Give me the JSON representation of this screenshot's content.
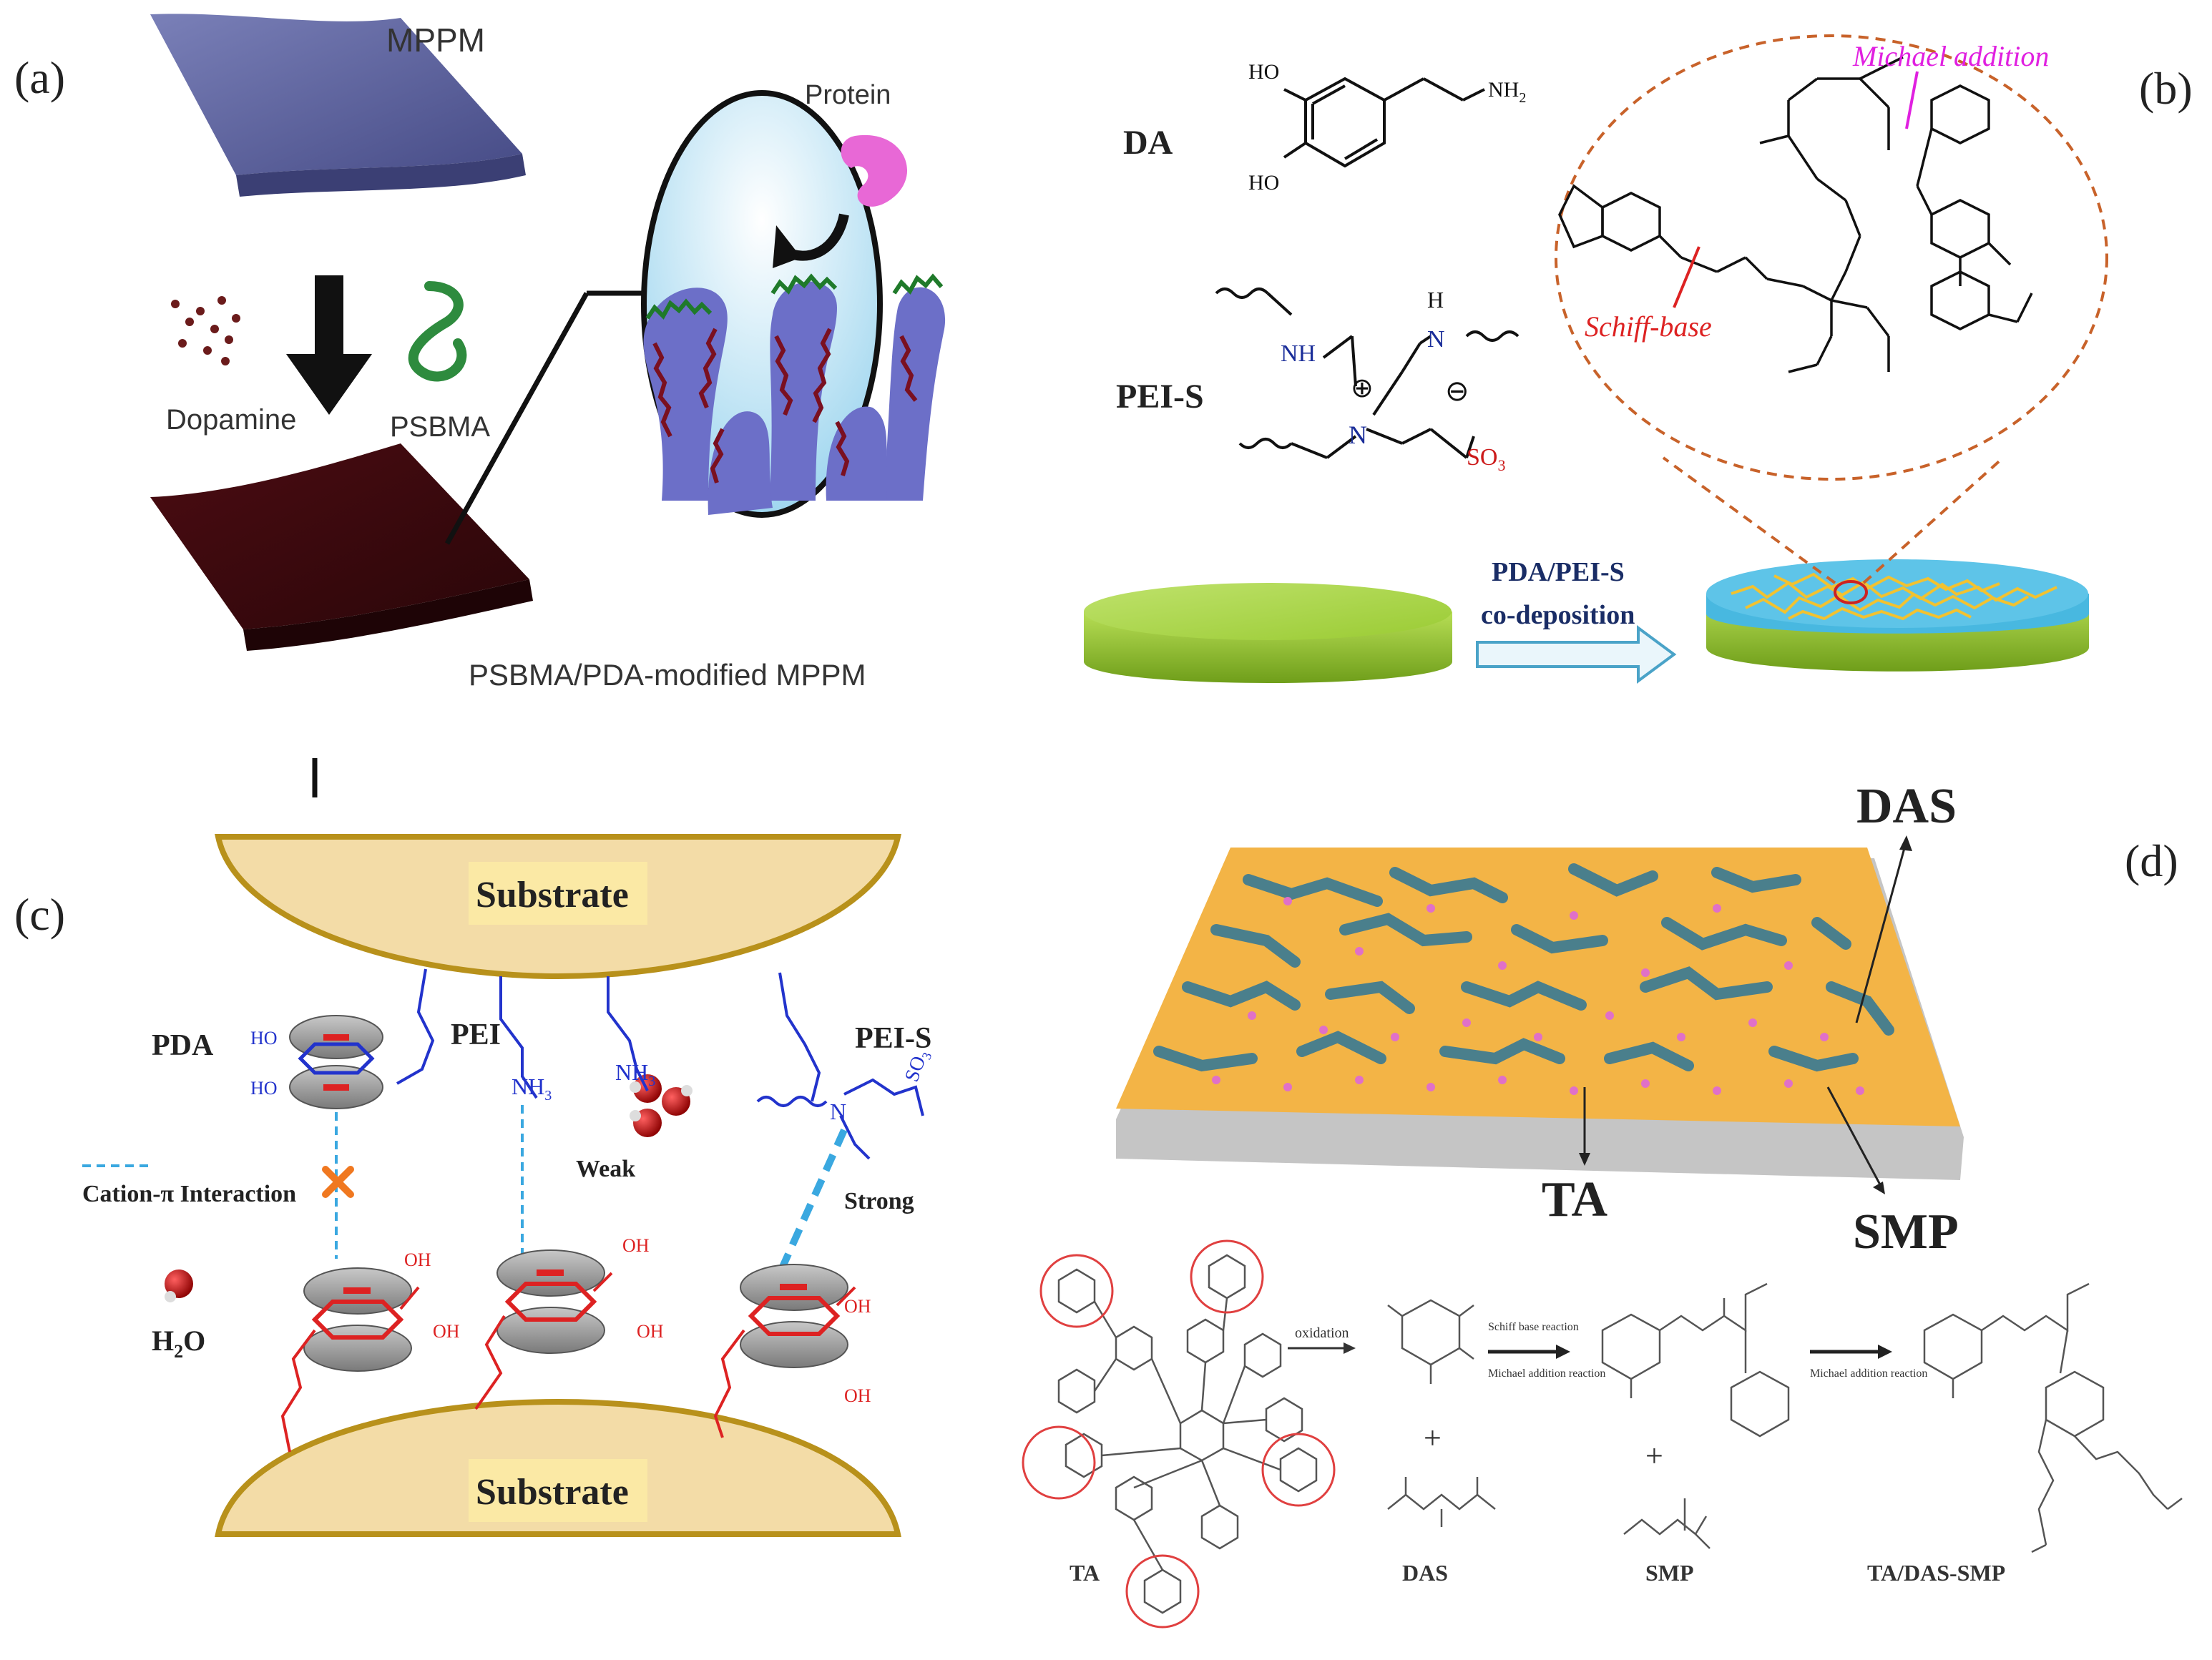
{
  "panels": {
    "a": {
      "label": "(a)",
      "membrane_top": "MPPM",
      "dopamine": "Dopamine",
      "psbma": "PSBMA",
      "membrane_bottom": "PSBMA/PDA-modified MPPM",
      "protein": "Protein"
    },
    "b": {
      "label": "(b)",
      "da": "DA",
      "pei_s": "PEI-S",
      "ho1": "HO",
      "ho2": "HO",
      "nh2": "NH",
      "nh2_sub": "2",
      "nh": "NH",
      "h": "H",
      "n": "N",
      "plus": "⊕",
      "minus": "⊖",
      "so3": "SO",
      "so3_sub": "3",
      "codeposition_line1": "PDA/PEI-S",
      "codeposition_line2": "co-deposition",
      "michael": "Michael addition",
      "schiff": "Schiff-base"
    },
    "c": {
      "label": "(c)",
      "substrate_top": "Substrate",
      "substrate_bottom": "Substrate",
      "pda": "PDA",
      "pei": "PEI",
      "pei_s": "PEI-S",
      "cation_pi": "Cation-π Interaction",
      "weak": "Weak",
      "strong": "Strong",
      "h2o": "H",
      "h2o_sub": "2",
      "h2o_end": "O",
      "ho_a": "HO",
      "ho_b": "HO",
      "nh3": "NH",
      "nh3_sub": "3",
      "nh3b": "NH",
      "nh3b_sub": "3",
      "n_plus": "N",
      "so3": "SO",
      "so3_sub": "3",
      "oh1": "OH",
      "oh2": "OH",
      "oh3": "OH",
      "oh4": "OH",
      "oh5": "OH",
      "oh6": "OH"
    },
    "d": {
      "label": "(d)",
      "das": "DAS",
      "ta": "TA",
      "smp": "SMP",
      "scheme_ta": "TA",
      "scheme_das": "DAS",
      "scheme_smp": "SMP",
      "scheme_product": "TA/DAS-SMP",
      "oxidation": "oxidation",
      "schiff_reaction": "Schiff base reaction",
      "michael_reaction": "Michael addition reaction",
      "michael_reaction2": "Michael addition reaction",
      "plus1": "+",
      "plus2": "+"
    }
  },
  "colors": {
    "membrane_top": "#5a5f9c",
    "membrane_bottom": "#3a0a0e",
    "psbma": "#2e8b3e",
    "protein": "#e868d6",
    "substrate": "#f3dca7",
    "substrate_edge": "#b8911b",
    "disc_green": "#9ccc3a",
    "disc_blue": "#48b8e0",
    "ring_gray": "#9a9a9a",
    "pda_blue": "#2233cc",
    "pda_red": "#dd2222",
    "michael_magenta": "#e020e0",
    "schiff_red": "#dd2222",
    "surface_orange": "#f3b446",
    "surface_teal": "#4a7f8c"
  }
}
